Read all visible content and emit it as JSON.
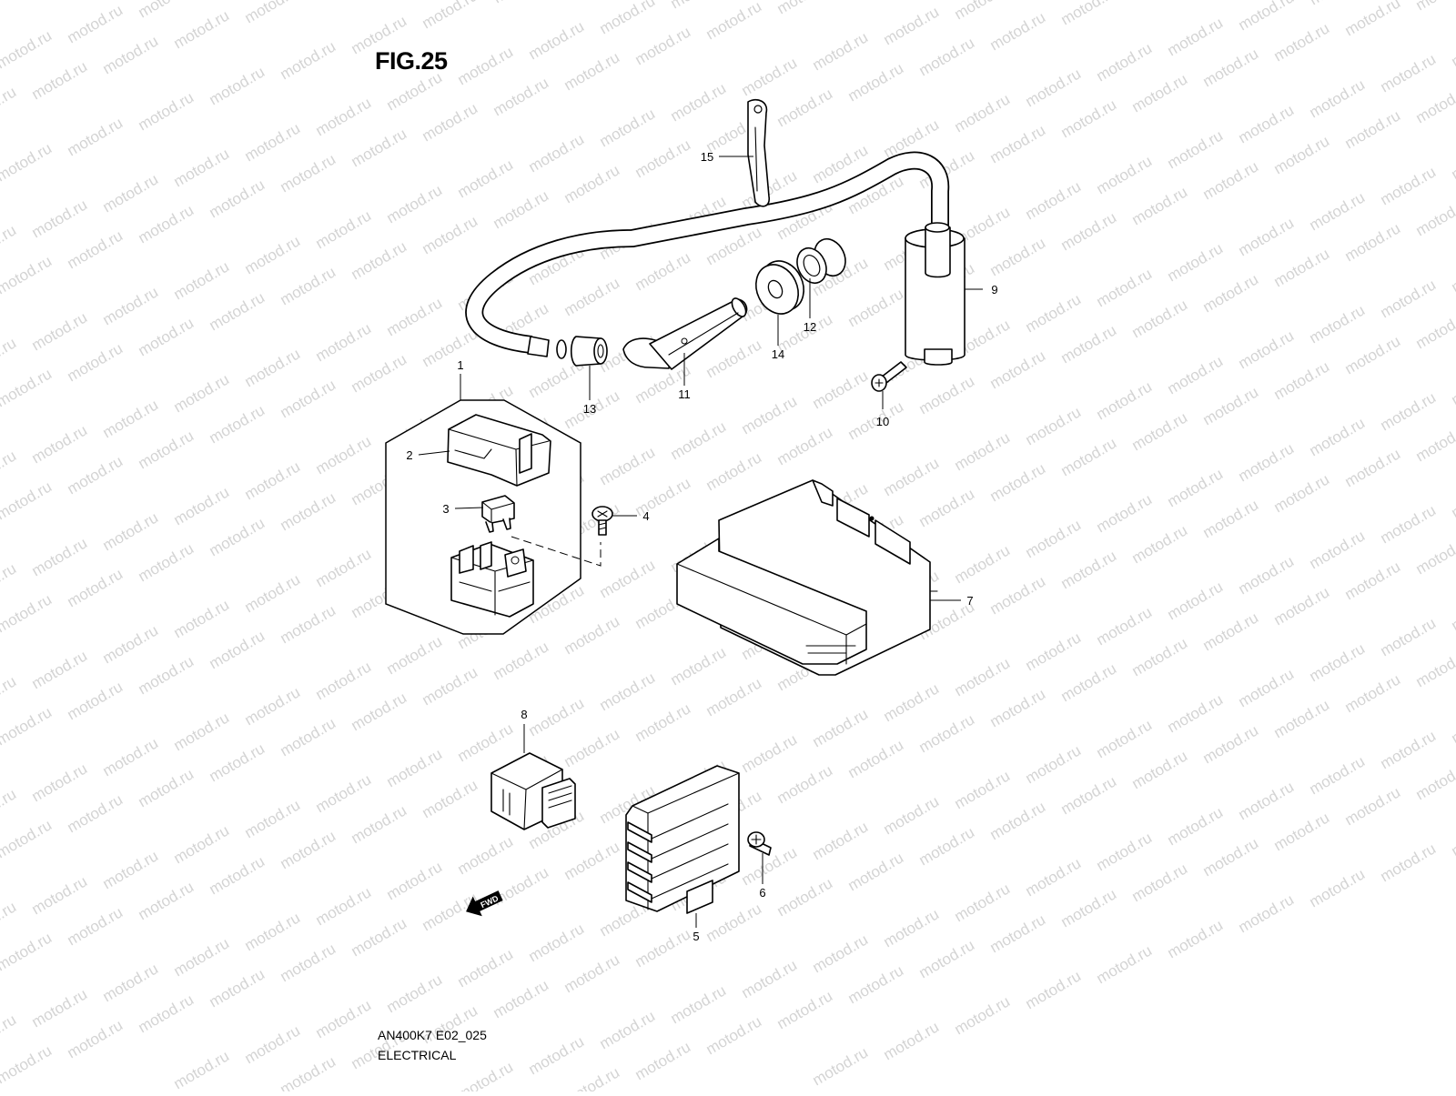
{
  "figure": {
    "title": "FIG.25"
  },
  "watermark": {
    "text": "motod.ru",
    "color": "#d4d4d4"
  },
  "footer": {
    "code": "AN400K7 E02_025",
    "name": "ELECTRICAL"
  },
  "fwd_marker": {
    "label": "FWD"
  },
  "callouts": [
    {
      "num": "1",
      "part": "relay-assembly-box"
    },
    {
      "num": "2",
      "part": "relay-cover"
    },
    {
      "num": "3",
      "part": "fuse"
    },
    {
      "num": "4",
      "part": "screw"
    },
    {
      "num": "5",
      "part": "regulator-rectifier"
    },
    {
      "num": "6",
      "part": "bolt"
    },
    {
      "num": "7",
      "part": "ecm"
    },
    {
      "num": "8",
      "part": "connector-module"
    },
    {
      "num": "9",
      "part": "ignition-coil"
    },
    {
      "num": "10",
      "part": "screw"
    },
    {
      "num": "11",
      "part": "plug-cap"
    },
    {
      "num": "12",
      "part": "collar"
    },
    {
      "num": "13",
      "part": "seal"
    },
    {
      "num": "14",
      "part": "grommet"
    },
    {
      "num": "15",
      "part": "clamp"
    }
  ]
}
